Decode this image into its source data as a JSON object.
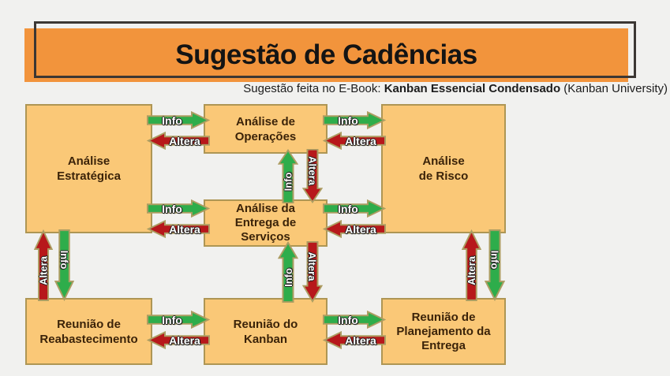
{
  "title": "Sugestão de Cadências",
  "subtitle": {
    "prefix": "Sugestão feita no E-Book: ",
    "bold": "Kanban Essencial Condensado",
    "suffix": " (Kanban University)"
  },
  "labels": {
    "info": "Info",
    "altera": "Altera"
  },
  "colors": {
    "background": "#f1f1ef",
    "banner_orange": "#f2943c",
    "banner_outline": "#3c3733",
    "box_fill": "#fac877",
    "box_border": "#ae9654",
    "box_text": "#3b2309",
    "info_arrow_green": "#2ead4b",
    "altera_arrow_red": "#b7181b",
    "arrow_outline_tan": "#ac9d62"
  },
  "boxes": [
    {
      "id": "analise-estrategica",
      "lines": [
        "Análise",
        "Estratégica"
      ]
    },
    {
      "id": "analise-de-operacoes",
      "lines": [
        "Análise de",
        "Operações"
      ]
    },
    {
      "id": "analise-de-risco",
      "lines": [
        "Análise",
        "de Risco"
      ]
    },
    {
      "id": "analise-da-entrega-de-servicos",
      "lines": [
        "Análise da",
        "Entrega de",
        "Serviços"
      ]
    },
    {
      "id": "reuniao-de-reabastecimento",
      "lines": [
        "Reunião de",
        "Reabastecimento"
      ]
    },
    {
      "id": "reuniao-do-kanban",
      "lines": [
        "Reunião do",
        "Kanban"
      ]
    },
    {
      "id": "reuniao-de-planejamento-da-entrega",
      "lines": [
        "Reunião de",
        "Planejamento da",
        "Entrega"
      ]
    }
  ],
  "connections": [
    {
      "from": "analise-estrategica",
      "to": "analise-de-operacoes",
      "label": "Info",
      "direction": "right"
    },
    {
      "from": "analise-de-operacoes",
      "to": "analise-estrategica",
      "label": "Altera",
      "direction": "left"
    },
    {
      "from": "analise-estrategica",
      "to": "analise-da-entrega-de-servicos",
      "label": "Info",
      "direction": "right"
    },
    {
      "from": "analise-da-entrega-de-servicos",
      "to": "analise-estrategica",
      "label": "Altera",
      "direction": "left"
    },
    {
      "from": "analise-de-operacoes",
      "to": "analise-de-risco",
      "label": "Info",
      "direction": "right"
    },
    {
      "from": "analise-de-risco",
      "to": "analise-de-operacoes",
      "label": "Altera",
      "direction": "left"
    },
    {
      "from": "analise-da-entrega-de-servicos",
      "to": "analise-de-risco",
      "label": "Info",
      "direction": "right"
    },
    {
      "from": "analise-de-risco",
      "to": "analise-da-entrega-de-servicos",
      "label": "Altera",
      "direction": "left"
    },
    {
      "from": "analise-da-entrega-de-servicos",
      "to": "analise-de-operacoes",
      "label": "Info",
      "direction": "up"
    },
    {
      "from": "analise-de-operacoes",
      "to": "analise-da-entrega-de-servicos",
      "label": "Altera",
      "direction": "down"
    },
    {
      "from": "reuniao-do-kanban",
      "to": "analise-da-entrega-de-servicos",
      "label": "Info",
      "direction": "up"
    },
    {
      "from": "analise-da-entrega-de-servicos",
      "to": "reuniao-do-kanban",
      "label": "Altera",
      "direction": "down"
    },
    {
      "from": "reuniao-de-reabastecimento",
      "to": "analise-estrategica",
      "label": "Altera",
      "direction": "up"
    },
    {
      "from": "analise-estrategica",
      "to": "reuniao-de-reabastecimento",
      "label": "Info",
      "direction": "down"
    },
    {
      "from": "reuniao-de-planejamento-da-entrega",
      "to": "analise-de-risco",
      "label": "Altera",
      "direction": "up"
    },
    {
      "from": "analise-de-risco",
      "to": "reuniao-de-planejamento-da-entrega",
      "label": "Info",
      "direction": "down"
    },
    {
      "from": "reuniao-de-reabastecimento",
      "to": "reuniao-do-kanban",
      "label": "Info",
      "direction": "right"
    },
    {
      "from": "reuniao-do-kanban",
      "to": "reuniao-de-reabastecimento",
      "label": "Altera",
      "direction": "left"
    },
    {
      "from": "reuniao-do-kanban",
      "to": "reuniao-de-planejamento-da-entrega",
      "label": "Info",
      "direction": "right"
    },
    {
      "from": "reuniao-de-planejamento-da-entrega",
      "to": "reuniao-do-kanban",
      "label": "Altera",
      "direction": "left"
    }
  ]
}
